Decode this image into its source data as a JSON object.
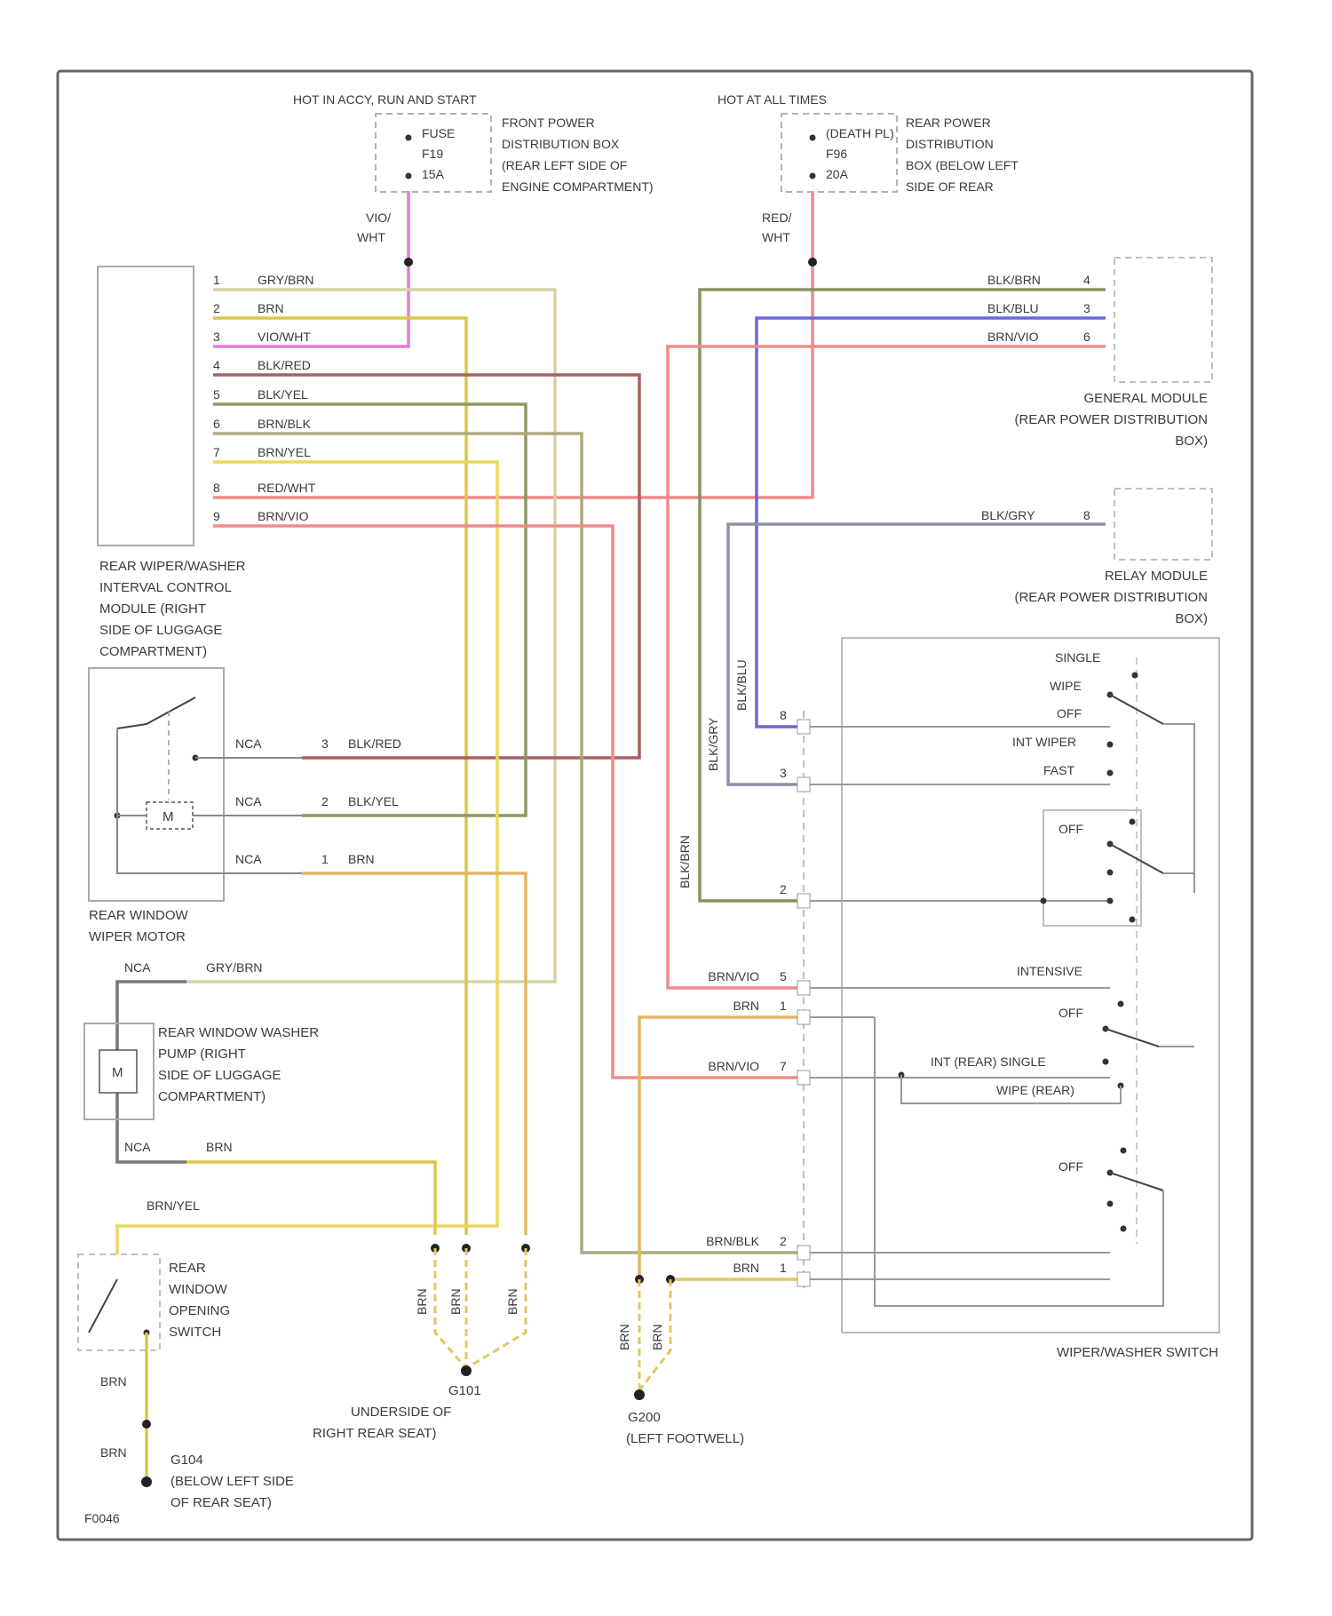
{
  "power_sources": {
    "acc": {
      "heading": "HOT IN ACCY, RUN AND START",
      "fuse_lines": [
        "FUSE",
        "F19",
        "15A"
      ],
      "desc_lines": [
        "FRONT POWER",
        "DISTRIBUTION BOX",
        "(REAR LEFT SIDE OF",
        "ENGINE COMPARTMENT)"
      ],
      "wire_lines": [
        "VIO/",
        "WHT"
      ]
    },
    "all_times": {
      "heading": "HOT AT ALL TIMES",
      "fuse_lines": [
        "(DEATH PL)",
        "F96",
        "20A"
      ],
      "desc_lines": [
        "REAR POWER",
        "DISTRIBUTION",
        "BOX (BELOW LEFT",
        "SIDE OF REAR"
      ],
      "wire_lines": [
        "RED/",
        "WHT"
      ]
    }
  },
  "interval_module": {
    "label_lines": [
      "REAR WIPER/WASHER",
      "INTERVAL CONTROL",
      "MODULE (RIGHT",
      "SIDE OF LUGGAGE",
      "COMPARTMENT)"
    ],
    "pins": [
      {
        "num": "1",
        "wire": "GRY/BRN"
      },
      {
        "num": "2",
        "wire": "BRN"
      },
      {
        "num": "3",
        "wire": "VIO/WHT"
      },
      {
        "num": "4",
        "wire": "BLK/RED"
      },
      {
        "num": "5",
        "wire": "BLK/YEL"
      },
      {
        "num": "6",
        "wire": "BRN/BLK"
      },
      {
        "num": "7",
        "wire": "BRN/YEL"
      },
      {
        "num": "8",
        "wire": "RED/WHT"
      },
      {
        "num": "9",
        "wire": "BRN/VIO"
      }
    ]
  },
  "general_module": {
    "label_lines": [
      "GENERAL MODULE",
      "(REAR POWER DISTRIBUTION",
      "BOX)"
    ],
    "pins": [
      {
        "num": "4",
        "wire": "BLK/BRN"
      },
      {
        "num": "3",
        "wire": "BLK/BLU"
      },
      {
        "num": "6",
        "wire": "BRN/VIO"
      }
    ]
  },
  "relay_module": {
    "label_lines": [
      "RELAY MODULE",
      "(REAR POWER DISTRIBUTION",
      "BOX)"
    ],
    "pin": {
      "num": "8",
      "wire": "BLK/GRY"
    }
  },
  "wiper_motor": {
    "label_lines": [
      "REAR WINDOW",
      "WIPER MOTOR"
    ],
    "motor_symbol": "M",
    "connections": [
      {
        "nca": "NCA",
        "num": "3",
        "wire": "BLK/RED"
      },
      {
        "nca": "NCA",
        "num": "2",
        "wire": "BLK/YEL"
      },
      {
        "nca": "NCA",
        "num": "1",
        "wire": "BRN"
      }
    ]
  },
  "washer_pump": {
    "label_lines": [
      "REAR WINDOW WASHER",
      "PUMP (RIGHT",
      "SIDE OF LUGGAGE",
      "COMPARTMENT)"
    ],
    "motor_symbol": "M",
    "top": {
      "nca": "NCA",
      "wire": "GRY/BRN"
    },
    "bottom": {
      "nca": "NCA",
      "wire": "BRN"
    }
  },
  "opening_switch": {
    "label_lines": [
      "REAR",
      "WINDOW",
      "OPENING",
      "SWITCH"
    ],
    "top_wire": "BRN/YEL",
    "wire_a": "BRN",
    "wire_b": "BRN"
  },
  "grounds": {
    "g101": {
      "id": "G101",
      "label_lines": [
        "UNDERSIDE OF",
        "RIGHT REAR SEAT)"
      ],
      "wire_labels": [
        "BRN",
        "BRN",
        "BRN"
      ]
    },
    "g200": {
      "id": "G200",
      "label_lines": [
        "(LEFT FOOTWELL)"
      ],
      "wire_labels": [
        "BRN",
        "BRN"
      ]
    },
    "g104": {
      "id": "G104",
      "label_lines": [
        "(BELOW LEFT SIDE",
        "OF REAR SEAT)"
      ]
    }
  },
  "switch": {
    "label": "WIPER/WASHER SWITCH",
    "positions": [
      "SINGLE",
      "WIPE",
      "OFF",
      "INT WIPER",
      "FAST",
      "OFF",
      "INTENSIVE",
      "OFF",
      "INT (REAR) SINGLE",
      "WIPE (REAR)",
      "OFF"
    ],
    "connections": [
      {
        "num": "8",
        "wire": ""
      },
      {
        "num": "3",
        "wire": ""
      },
      {
        "num": "2",
        "wire": ""
      },
      {
        "num": "5",
        "wire": "BRN/VIO"
      },
      {
        "num": "1",
        "wire": "BRN"
      },
      {
        "num": "7",
        "wire": "BRN/VIO"
      },
      {
        "num": "2",
        "wire": "BRN/BLK"
      },
      {
        "num": "1",
        "wire": "BRN"
      }
    ],
    "vertical_wires": [
      "BLK/BLU",
      "BLK/GRY",
      "BLK/BRN"
    ]
  },
  "diagram_id": "F0046"
}
